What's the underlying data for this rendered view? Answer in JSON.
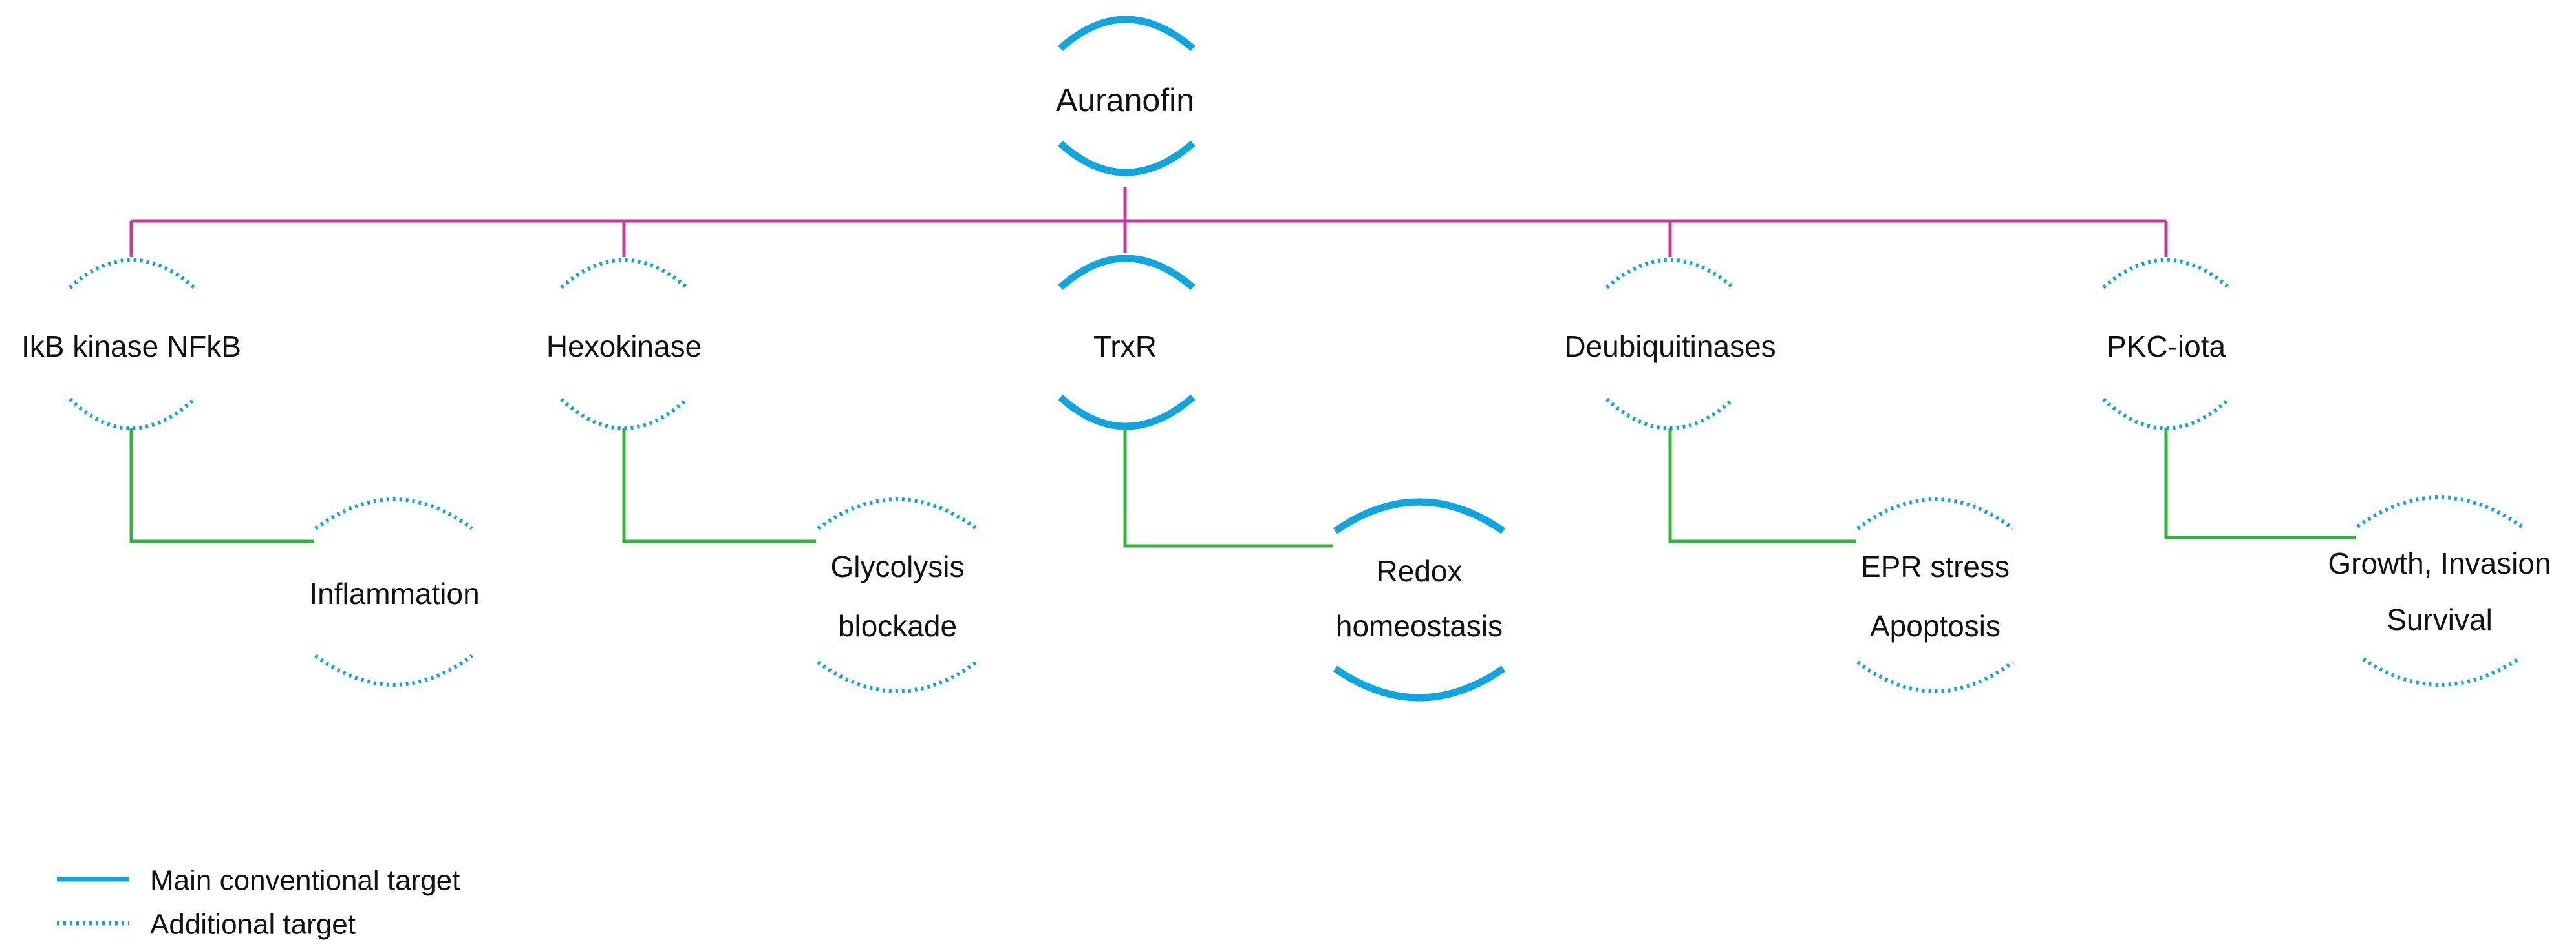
{
  "diagram": {
    "root": "Auranofin",
    "targets": [
      {
        "label": "IkB kinase NFkB",
        "type": "additional",
        "effect": [
          "Inflammation"
        ]
      },
      {
        "label": "Hexokinase",
        "type": "additional",
        "effect": [
          "Glycolysis",
          "blockade"
        ]
      },
      {
        "label": "TrxR",
        "type": "main",
        "effect": [
          "Redox",
          "homeostasis"
        ]
      },
      {
        "label": "Deubiquitinases",
        "type": "additional",
        "effect": [
          "EPR stress",
          "Apoptosis"
        ]
      },
      {
        "label": "PKC-iota",
        "type": "additional",
        "effect": [
          "Growth, Invasion",
          "Survival"
        ]
      }
    ]
  },
  "legend": {
    "main": "Main conventional target",
    "additional": "Additional target"
  },
  "colors": {
    "arc": "#0aa6e6",
    "root_connector": "#c2399a",
    "effect_connector": "#2fb53a",
    "text": "#111111"
  }
}
